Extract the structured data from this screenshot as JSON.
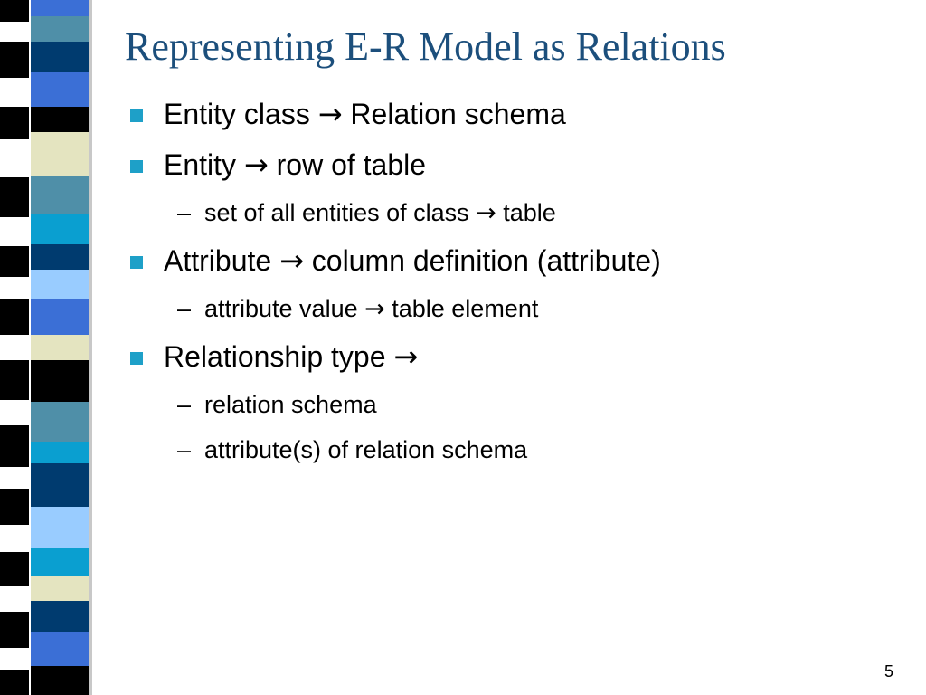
{
  "slide": {
    "title": "Representing E-R Model as Relations",
    "page_number": "5"
  },
  "bullets": [
    {
      "level": 1,
      "parts": [
        "Entity class ",
        "→",
        " Relation schema"
      ]
    },
    {
      "level": 1,
      "parts": [
        "Entity ",
        "→",
        " row of table"
      ]
    },
    {
      "level": 2,
      "parts": [
        "set of all entities of class ",
        "→",
        " table"
      ]
    },
    {
      "level": 1,
      "parts": [
        "Attribute ",
        "→",
        " column definition (attribute)"
      ]
    },
    {
      "level": 2,
      "parts": [
        "attribute value ",
        "→",
        " table element"
      ]
    },
    {
      "level": 1,
      "parts": [
        "Relationship type ",
        "→",
        ""
      ]
    },
    {
      "level": 2,
      "parts": [
        "relation schema",
        "",
        ""
      ]
    },
    {
      "level": 2,
      "parts": [
        "attribute(s) of relation schema",
        "",
        ""
      ]
    }
  ],
  "markers": {
    "level1_bullet": "■",
    "level2_dash": "–"
  },
  "colors": {
    "title": "#1c4f7c",
    "bullet": "#1ea0c8",
    "stripe_dark": "#003b6f",
    "stripe_teal": "#4f8fa8",
    "stripe_cyan": "#0a9fd0",
    "stripe_blue": "#3b6fd6",
    "stripe_light_blue": "#99ccff",
    "stripe_cream": "#e4e4c0",
    "stripe_black": "#000000"
  }
}
